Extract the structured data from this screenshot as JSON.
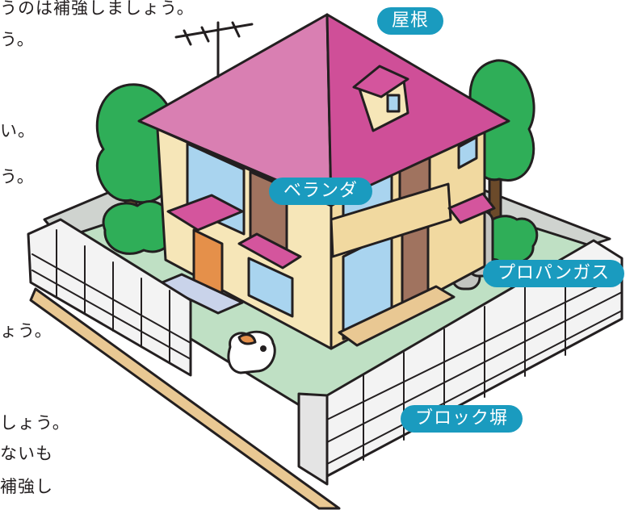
{
  "colors": {
    "label_bg": "#1a9bbf",
    "label_text": "#ffffff",
    "roof": "#d4559d",
    "wall": "#f6e6b8",
    "lawn": "#bfe0c4",
    "tree": "#2fae58",
    "block_wall": "#f3f3f3",
    "ground_band": "#e9c893"
  },
  "text_fragments": [
    "うのは補強しましょう。",
    "う。",
    "い。",
    "う。",
    "ょう。",
    "しょう。",
    "ないも",
    "補強し"
  ],
  "labels": {
    "roof": "屋根",
    "veranda": "ベランダ",
    "propane": "プロパンガス",
    "block_wall": "ブロック塀"
  },
  "illustration": {
    "subject": "two-storey house with a pink roof, trees, a calico cat, and a concrete block wall"
  }
}
